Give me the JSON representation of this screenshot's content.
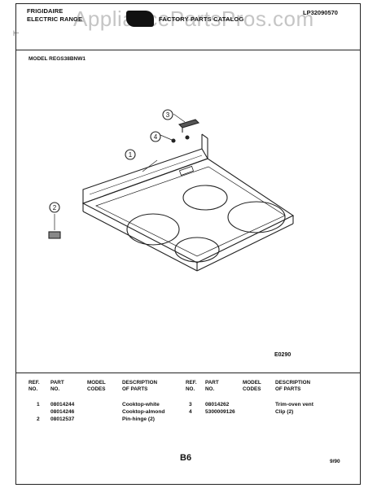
{
  "header": {
    "brand": "FRIGIDAIRE",
    "product": "ELECTRIC RANGE",
    "catalog_title": "FACTORY PARTS CATALOG",
    "catalog_number": "LP32090570",
    "watermark": "AppliancePartsPros.com",
    "side_marker": "⊢"
  },
  "model": {
    "label": "MODEL",
    "value": "REGS38BNW1"
  },
  "diagram": {
    "callouts": [
      "1",
      "2",
      "3",
      "4"
    ],
    "figure_code": "E0290"
  },
  "table": {
    "headers": {
      "ref_no": [
        "REF.",
        "NO."
      ],
      "part_no": [
        "PART",
        "NO."
      ],
      "model_codes": [
        "MODEL",
        "CODES"
      ],
      "description": [
        "DESCRIPTION",
        "OF PARTS"
      ]
    },
    "left_rows": [
      {
        "ref": "1",
        "part": "08014244",
        "desc": "Cooktop-white"
      },
      {
        "ref": "",
        "part": "08014246",
        "desc": "Cooktop-almond"
      },
      {
        "ref": "2",
        "part": "08012537",
        "desc": "Pin-hinge (2)"
      }
    ],
    "right_rows": [
      {
        "ref": "3",
        "part": "08014262",
        "desc": "Trim-oven vent"
      },
      {
        "ref": "4",
        "part": "5300009126",
        "desc": "Clip (2)"
      }
    ]
  },
  "footer": {
    "page": "B6",
    "date": "9/90"
  }
}
